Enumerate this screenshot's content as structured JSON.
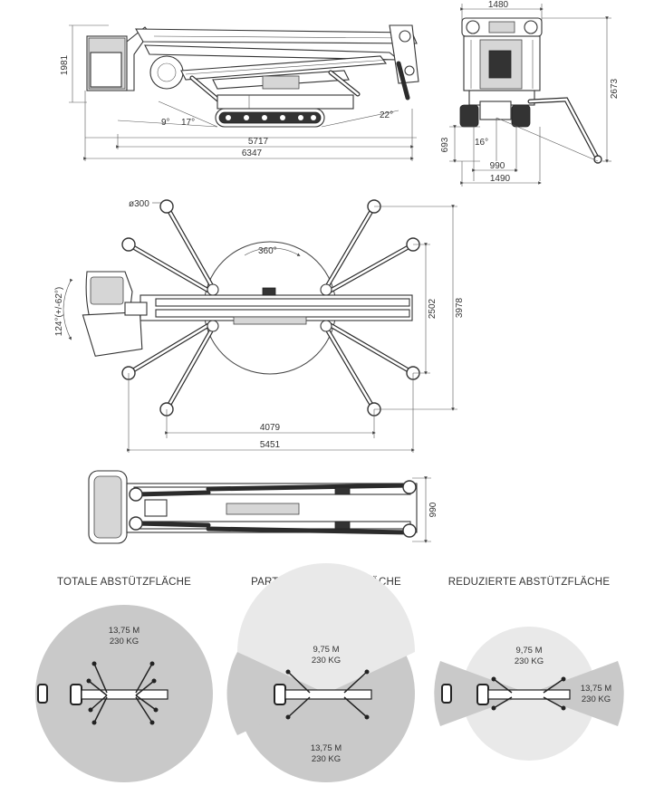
{
  "side_view": {
    "height_1981": "1981",
    "length_5717": "5717",
    "length_6347": "6347",
    "angle_9": "9°",
    "angle_17": "17°",
    "angle_22": "22°"
  },
  "front_view": {
    "width_1480": "1480",
    "height_2673": "2673",
    "height_693": "693",
    "angle_16": "16°",
    "width_990": "990",
    "width_1490": "1490"
  },
  "top_view": {
    "pad_diameter": "ø300",
    "rotation": "360°",
    "basket_rotation": "124°(+/-62°)",
    "width_2502": "2502",
    "width_3978": "3978",
    "length_4079": "4079",
    "length_5451": "5451"
  },
  "transport_view": {
    "width_990": "990"
  },
  "stabilizer_modes": [
    {
      "title": "TOTALE ABSTÜTZFLÄCHE",
      "zones": [
        {
          "reach": "13,75 M",
          "load": "230 KG"
        }
      ]
    },
    {
      "title": "PARTIELLE ABSTÜTZFLÄCHE",
      "zones": [
        {
          "reach": "9,75 M",
          "load": "230 KG"
        },
        {
          "reach": "13,75 M",
          "load": "230 KG"
        }
      ]
    },
    {
      "title": "REDUZIERTE ABSTÜTZFLÄCHE",
      "zones": [
        {
          "reach": "9,75 M",
          "load": "230 KG"
        },
        {
          "reach": "13,75 M",
          "load": "230 KG"
        }
      ]
    }
  ],
  "colors": {
    "light_zone": "#e9e9e9",
    "dark_zone": "#c9c9c9",
    "line": "#444444"
  }
}
